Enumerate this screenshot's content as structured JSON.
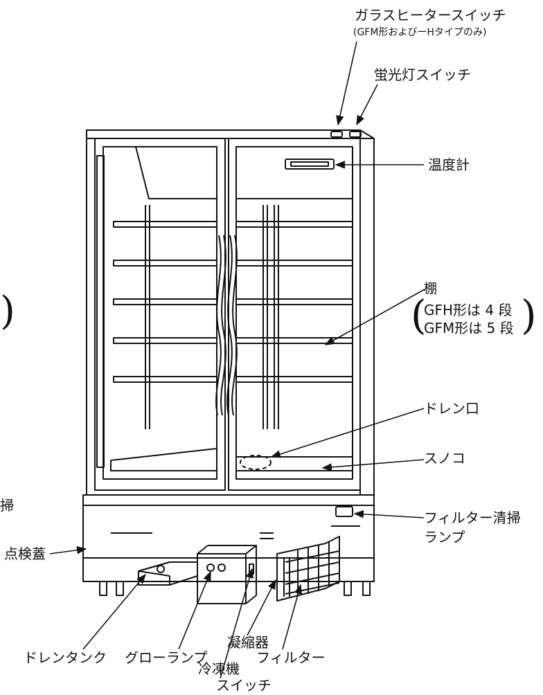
{
  "labels": {
    "glass_heater_switch": "ガラスヒータースイッチ",
    "glass_heater_note": "(GFM形およびーHタイプのみ)",
    "fluorescent_switch": "蛍光灯スイッチ",
    "thermometer": "温度計",
    "shelf": "棚",
    "shelf_gfh": "GFH形は 4 段",
    "shelf_gfm": "GFM形は 5 段",
    "drain_port": "ドレン口",
    "sunoko": "スノコ",
    "filter_lamp_line1": "フィルター清掃",
    "filter_lamp_line2": "ランプ",
    "inspection_cover": "点検蓋",
    "drain_tank": "ドレンタンク",
    "glow_lamp": "グローランプ",
    "filter": "フィルター",
    "condenser": "凝縮器",
    "freezer_switch_line1": "冷凍機",
    "freezer_switch_line2": "スイッチ",
    "edge_fragment": "掃"
  }
}
